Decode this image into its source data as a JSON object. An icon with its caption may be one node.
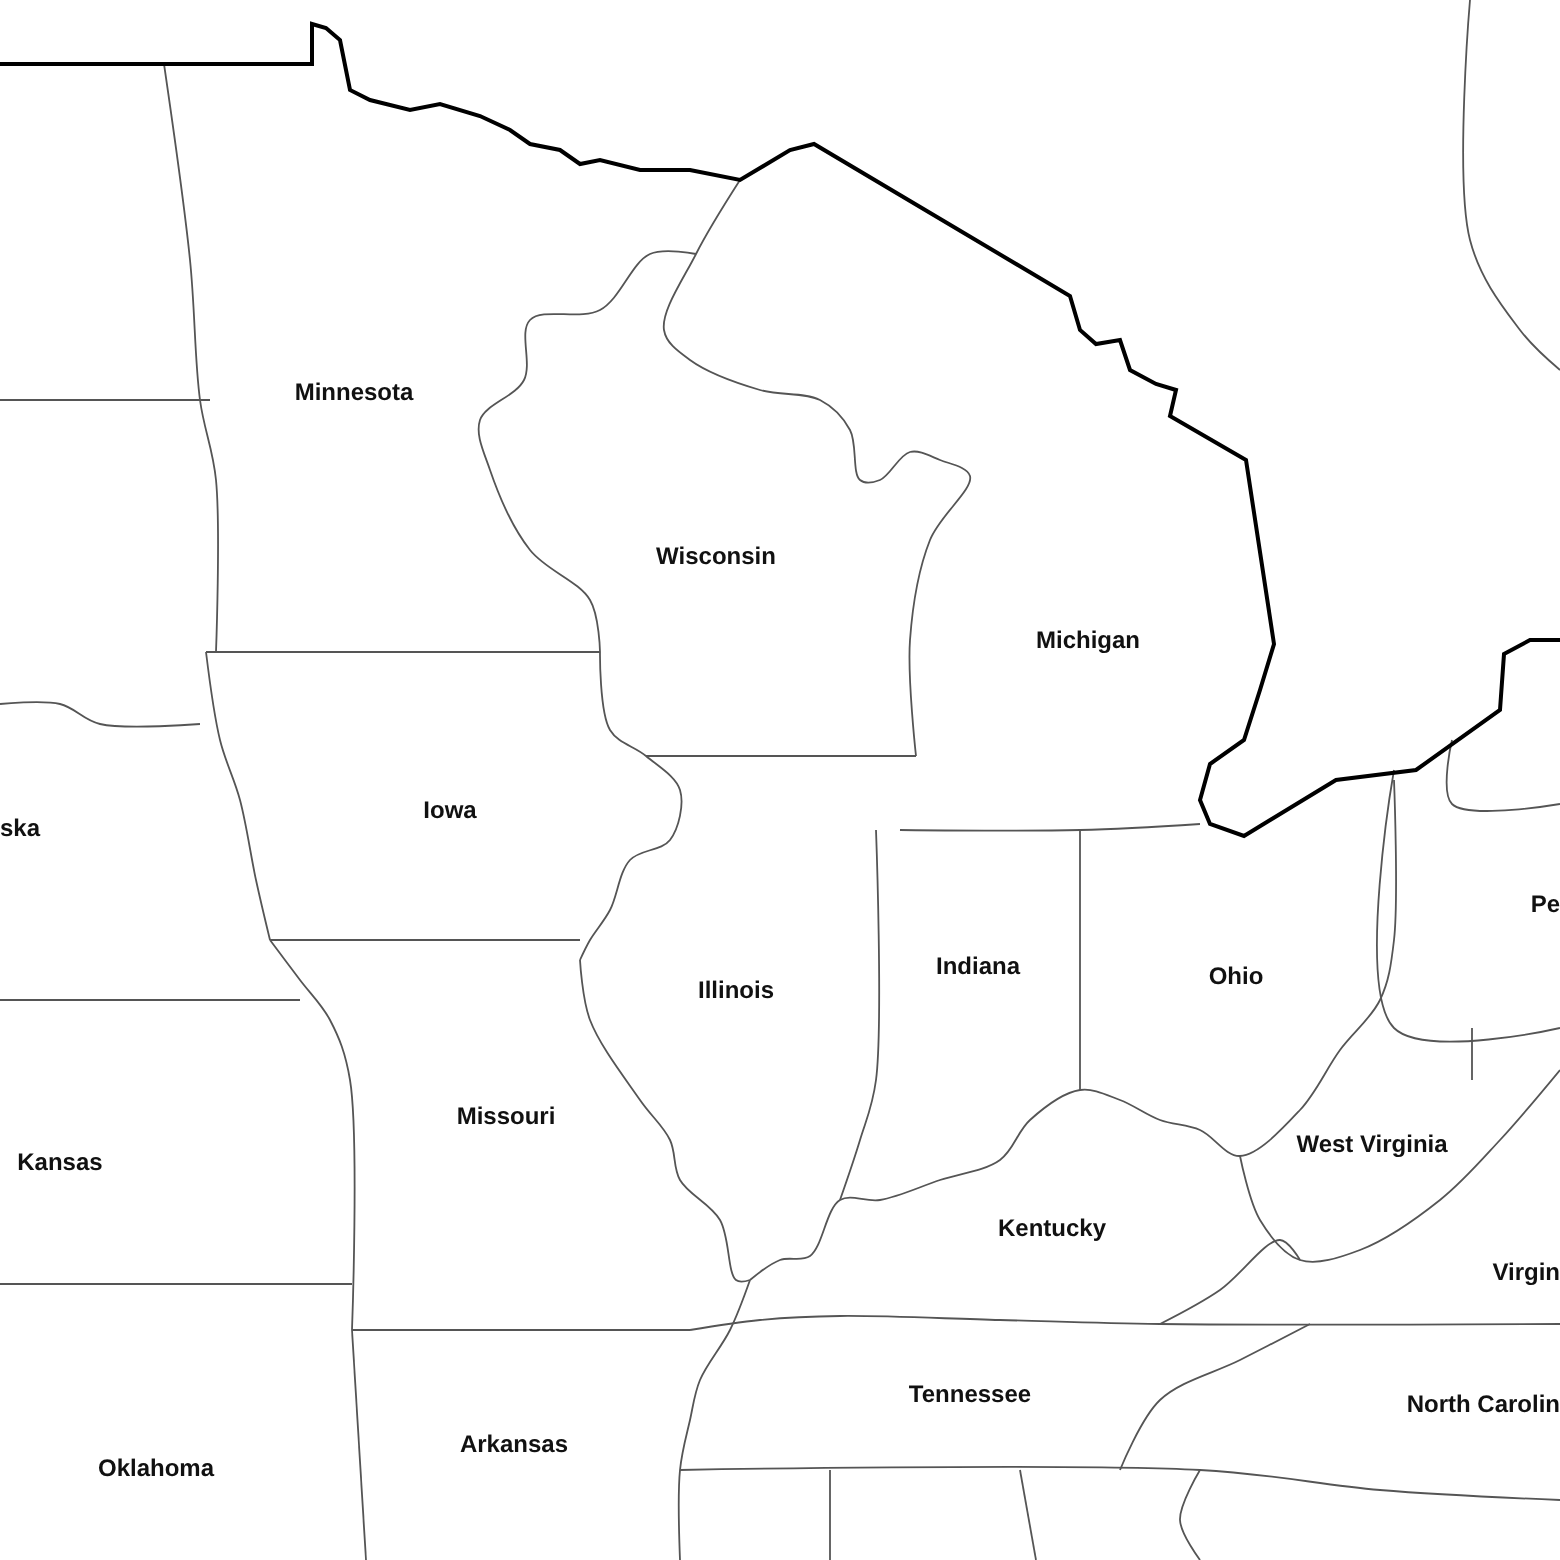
{
  "diagram": {
    "labels": [
      "Minnesota",
      "Wisconsin",
      "Michigan",
      "ska",
      "Iowa",
      "Pe",
      "Illinois",
      "Indiana",
      "Ohio",
      "Missouri",
      "West Virginia",
      "Kansas",
      "Kentucky",
      "Virgin",
      "Tennessee",
      "North Carolin",
      "Arkansas",
      "Oklahoma"
    ]
  }
}
